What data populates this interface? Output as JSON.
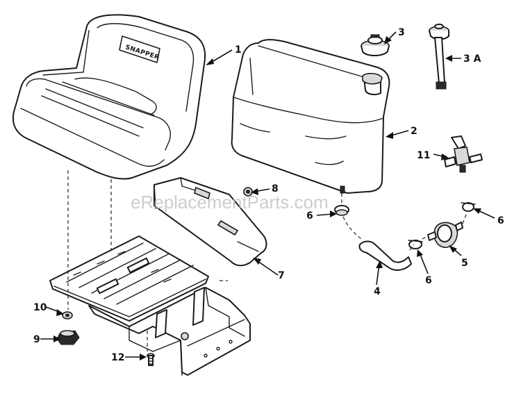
{
  "brand_label": "SNAPPER",
  "watermark": "eReplacementParts.com",
  "callouts": {
    "c1": "1",
    "c2": "2",
    "c3": "3",
    "c3a": "3 A",
    "c4": "4",
    "c5": "5",
    "c6a": "6",
    "c6b": "6",
    "c6c": "6",
    "c7": "7",
    "c8": "8",
    "c9": "9",
    "c10": "10",
    "c11": "11",
    "c12": "12"
  }
}
